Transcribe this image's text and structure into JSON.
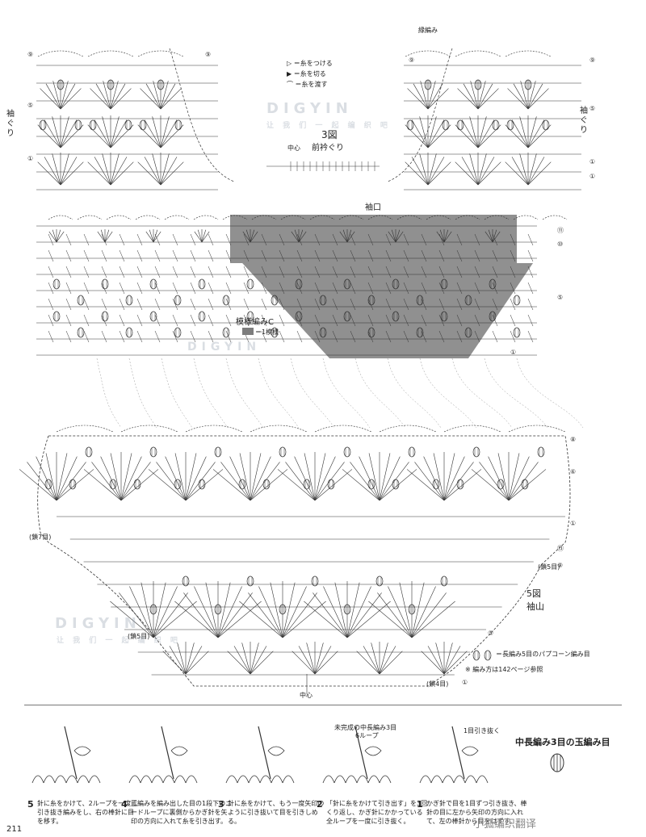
{
  "figure3": {
    "title": "3図",
    "subtitle": "前衿ぐり",
    "center_label": "中心",
    "start_label": "縁編み",
    "side_label_left": "袖ぐり",
    "side_label_right": "袖ぐり",
    "legend": [
      {
        "symbol": "▷",
        "text": "＝糸をつける"
      },
      {
        "symbol": "▶",
        "text": "＝糸を切る"
      },
      {
        "symbol": "⌒",
        "text": "＝糸を渡す"
      }
    ],
    "row_marks_left": [
      "⑨",
      "⑤",
      "①"
    ],
    "row_marks_right": [
      "⑨",
      "⑤",
      "①",
      "①"
    ]
  },
  "figure_cuff": {
    "title": "袖口",
    "pattern_title": "模様編みC",
    "legend_text": "＝1模様",
    "row_marks": [
      "⑪",
      "⑩",
      "⑤",
      "①"
    ]
  },
  "figure5": {
    "title": "5図",
    "subtitle": "袖山",
    "center_label": "中心",
    "labels": {
      "chain7": "(鎖7目)",
      "chain5_right": "(鎖5目)",
      "chain5_left": "(鎖5目)",
      "chain4": "(鎖4目)"
    },
    "row_marks": [
      "⑧",
      "⑥",
      "①",
      "⑬",
      "⑨",
      "⑤",
      "①"
    ],
    "legend": "＝長編み5目のパプコーン編み目",
    "note": "※ 編み方は142ページ参照"
  },
  "instructions": {
    "title": "中長編み3目の玉編み目",
    "steps": [
      {
        "num": "5",
        "text": "針に糸をかけて、2ループを一度に引き抜き編みをし、右の棒針に目を移す。"
      },
      {
        "num": "4",
        "text": "玉編みを編み出した目の1段下のニードループに裏側からかぎ針を矢印の方向に入れて糸を引き出す。"
      },
      {
        "num": "3",
        "text": "針に糸をかけて、もう一度矢印のように引き抜いて目を引きしめる。"
      },
      {
        "num": "2",
        "text": "「針に糸をかけて引き出す」を3回くり返し、かぎ針にかかっている全ループを一度に引き抜く。",
        "caption_top": "未完成の中長編み3目",
        "caption_top2": "6ループ"
      },
      {
        "num": "1",
        "text": "かぎ針で目を1目ずつ引き抜き、棒針の目に左から矢印の方向に入れて、左の棒針から目をはずす。",
        "caption_top": "1目引き抜く"
      }
    ]
  },
  "page_number": "211",
  "watermark_logo": "DIGYIN",
  "watermark_sub": "让 我 们 一 起 编 织 吧",
  "watermark_corner": "小狐编织翻译",
  "colors": {
    "shade": "#7d7d7d",
    "line": "#333333"
  }
}
